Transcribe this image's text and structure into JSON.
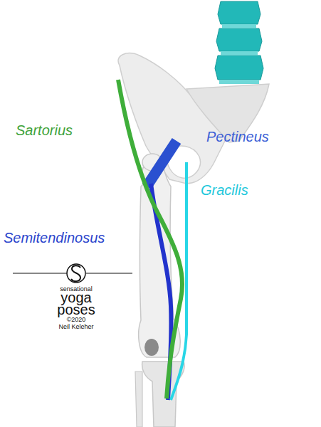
{
  "diagram": {
    "labels": [
      "Sartorius",
      "Pectineus",
      "Gracilis",
      "Semitendinosus",
      "sensational",
      "yoga",
      "poses",
      "©2020",
      "Neil Keleher"
    ]
  }
}
